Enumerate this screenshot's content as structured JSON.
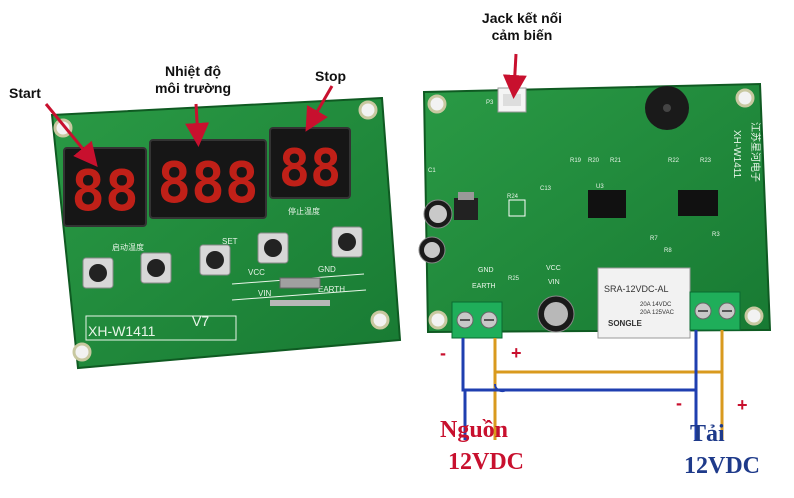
{
  "labels": {
    "start": "Start",
    "ambient_line1": "Nhiệt độ",
    "ambient_line2": "môi trường",
    "stop": "Stop",
    "jack_line1": "Jack kết nối",
    "jack_line2": "cảm biến",
    "power_line1": "Nguồn",
    "power_line2": "12VDC",
    "load_line1": "Tải",
    "load_line2": "12VDC"
  },
  "polarity": {
    "power_minus": "-",
    "power_plus": "+",
    "load_minus": "-",
    "load_plus": "+"
  },
  "front_board": {
    "model": "XH-W1411",
    "version": "V7",
    "display_left": "88",
    "display_mid": "888",
    "display_right": "88",
    "silk_start_temp": "启动温度",
    "silk_stop_temp": "停止温度",
    "silk_set": "SET",
    "silk_vcc": "VCC",
    "silk_gnd": "GND",
    "silk_vin": "VIN",
    "silk_earth": "EARTH"
  },
  "back_board": {
    "model": "XH-W1411",
    "maker": "江苏星河电子",
    "relay_line1": "SRA-12VDC-AL",
    "relay_line2": "20A 14VDC",
    "relay_line3": "20A 125VAC",
    "relay_brand": "SONGLE",
    "silk_gnd": "GND",
    "silk_vcc": "VCC",
    "silk_earth": "EARTH",
    "silk_vin": "VIN",
    "silk_r25": "R25",
    "silk_r24": "R24",
    "silk_u3": "U3",
    "silk_p3": "P3",
    "silk_r22": "R22",
    "silk_r23": "R23",
    "silk_r19": "R19",
    "silk_r20": "R20",
    "silk_r21": "R21",
    "silk_c13": "C13",
    "silk_r7": "R7",
    "silk_r8": "R8",
    "silk_r3": "R3",
    "silk_c1": "C1"
  },
  "colors": {
    "label_red": "#c8102e",
    "label_blue": "#1e3a8a",
    "wire_blue": "#1f3fb0",
    "wire_orange": "#d99a1e",
    "arrow_red": "#c8102e",
    "pcb_green": "#1f8a3a"
  }
}
